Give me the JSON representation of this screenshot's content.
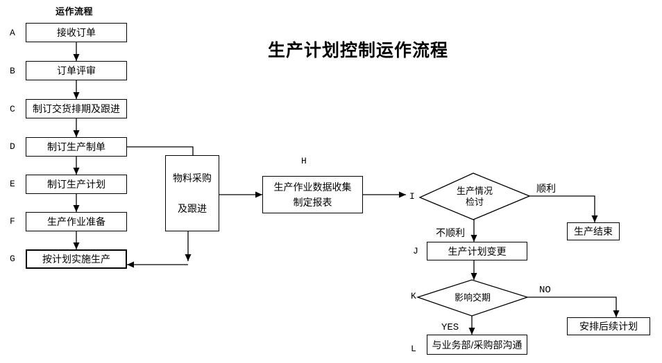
{
  "diagram_title": "生产计划控制运作流程",
  "column_header": "运作流程",
  "left_steps": [
    {
      "letter": "A",
      "label": "接收订单"
    },
    {
      "letter": "B",
      "label": "订单评审"
    },
    {
      "letter": "C",
      "label": "制订交货排期及跟进"
    },
    {
      "letter": "D",
      "label": "制订生产制单"
    },
    {
      "letter": "E",
      "label": "制订生产计划"
    },
    {
      "letter": "F",
      "label": "生产作业准备"
    },
    {
      "letter": "G",
      "label": "按计划实施生产"
    }
  ],
  "material_box": {
    "line1": "物料采购",
    "line2": "及跟进"
  },
  "report_step": {
    "letter": "H",
    "line1": "生产作业数据收集",
    "line2": "制定报表"
  },
  "review_decision": {
    "letter": "I",
    "line1": "生产情况",
    "line2": "检讨",
    "smooth_label": "顺利",
    "not_smooth_label": "不顺利"
  },
  "end_box": {
    "label": "生产结束"
  },
  "change_step": {
    "letter": "J",
    "label": "生产计划变更"
  },
  "delivery_decision": {
    "letter": "K",
    "label": "影响交期",
    "no_label": "NO",
    "yes_label": "YES"
  },
  "followup_box": {
    "label": "安排后续计划"
  },
  "communicate_step": {
    "letter": "L",
    "label": "与业务部/采购部沟通"
  },
  "colors": {
    "line": "#000000",
    "box_border": "#000000",
    "box_fill": "#ffffff",
    "background": "#ffffff",
    "text": "#000000"
  }
}
